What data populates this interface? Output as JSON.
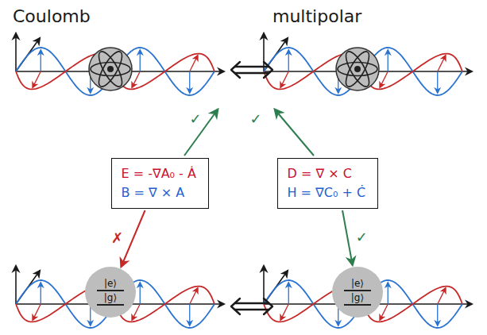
{
  "diagram": {
    "nodes": [
      {
        "text": [
          "E = -∇A₀ - Ȧ",
          "B = ∇ × A"
        ]
      },
      {
        "text": [
          "D = ∇ × C",
          "H = ∇C₀ + Ċ"
        ]
      },
      {
        "text": [
          "|e⟩",
          "|g⟩"
        ]
      },
      {
        "text": [
          "|e⟩",
          "|g⟩"
        ]
      }
    ],
    "edges": [
      {
        "from": 0,
        "to": 2,
        "arrow": "to",
        "label": "✗"
      },
      {
        "from": 1,
        "to": 3,
        "arrow": "to",
        "label": "✓"
      }
    ],
    "labels": [
      "Coulomb",
      "multipolar",
      "✓",
      "✓"
    ]
  }
}
